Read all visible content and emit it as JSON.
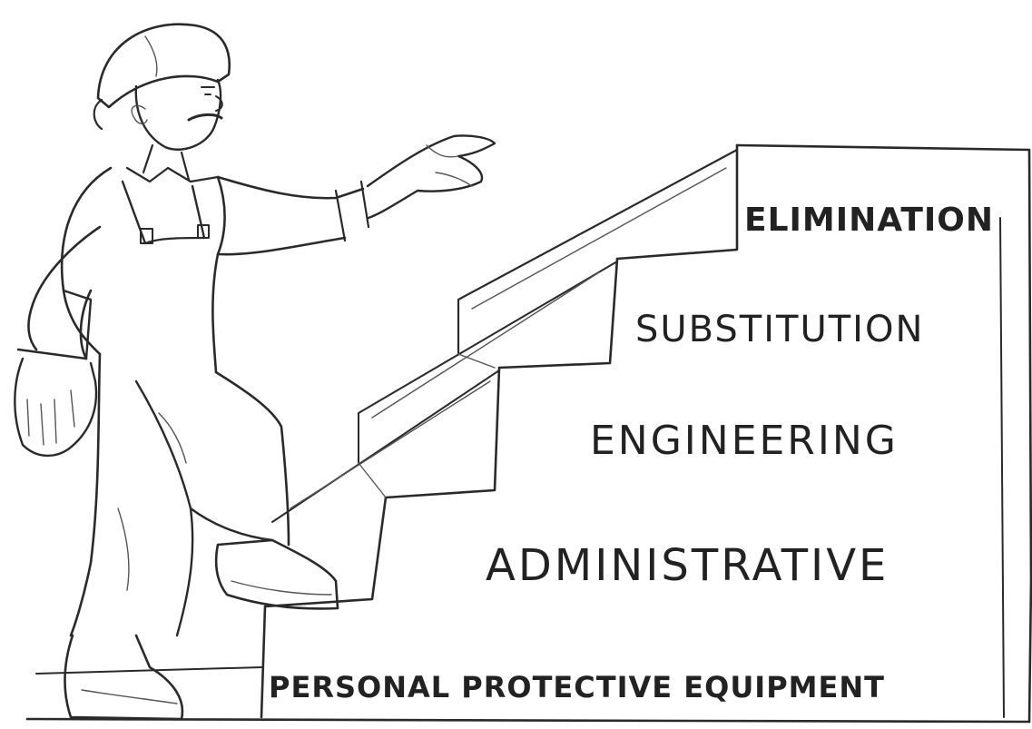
{
  "hierarchy": {
    "levels": [
      {
        "label": "ELIMINATION"
      },
      {
        "label": "SUBSTITUTION"
      },
      {
        "label": "ENGINEERING"
      },
      {
        "label": "ADMINISTRATIVE"
      },
      {
        "label": "PERSONAL PROTECTIVE EQUIPMENT"
      }
    ]
  },
  "style": {
    "ink_color": "#2a2a2a",
    "paper_color": "#ffffff"
  }
}
